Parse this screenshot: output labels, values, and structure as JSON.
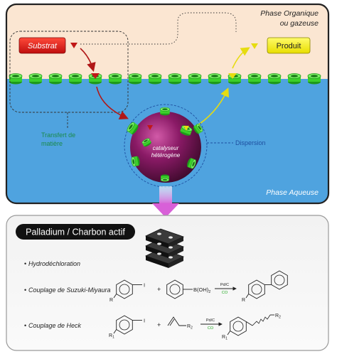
{
  "top_panel": {
    "phase_organic_line1": "Phase Organique",
    "phase_organic_line2": "ou gazeuse",
    "phase_aqueous": "Phase Aqueuse",
    "substrat_label": "Substrat",
    "produit_label": "Produit",
    "transfert_line1": "Transfert de",
    "transfert_line2": "matière",
    "dispersion_label": "Dispersion",
    "catalyst_line1": "catalyseur",
    "catalyst_line2": "hétérogène"
  },
  "bottom_panel": {
    "title": "Palladium / Charbon actif",
    "items": [
      {
        "bullet": "•",
        "label": "Hydrodéchloration"
      },
      {
        "bullet": "•",
        "label": "Couplage de Suzuki-Miyaura"
      },
      {
        "bullet": "•",
        "label": "Couplage de Heck"
      }
    ],
    "suzuki": {
      "sub_r": "R",
      "iodo": "I",
      "plus": "+",
      "boronic": "B(OH)",
      "boronic_sub": "2",
      "catalyst": "Pd/C",
      "energy": "CO"
    },
    "heck": {
      "sub_r1": "R",
      "sub_r1_index": "1",
      "iodo": "I",
      "plus": "+",
      "sub_r2": "R",
      "sub_r2_index": "2",
      "catalyst": "Pd/C",
      "energy": "CO"
    }
  },
  "colors": {
    "organic_phase": "#fbe6d2",
    "aqueous_phase": "#4fa3df",
    "substrat_box": "#e01616",
    "produit_box": "#f8f00a",
    "catalyst_sphere": "#8a1a66",
    "pore_green": "#3ccf2a",
    "arrow_red": "#b01818",
    "arrow_yellow": "#e6dc10",
    "label_green": "#1a8a4a",
    "label_blue": "#1e4fa0",
    "catalyst_green": "#22aa22",
    "magenta_arrow": "#e070e0"
  }
}
